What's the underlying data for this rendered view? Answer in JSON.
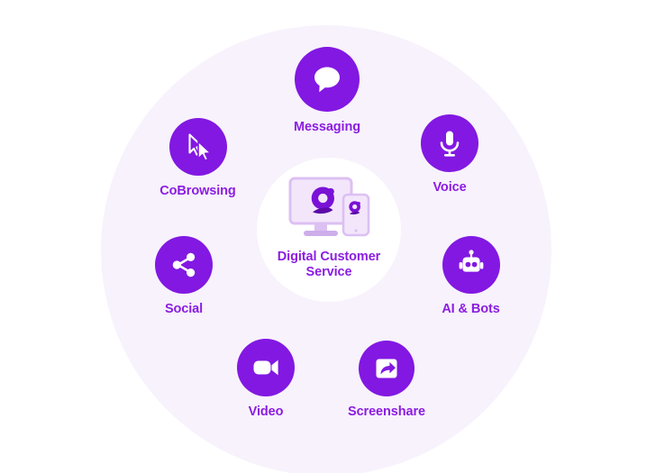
{
  "diagram": {
    "title": "Digital Customer Service channel wheel",
    "colors": {
      "purple": "#8218e2",
      "label_purple": "#8b1de2",
      "ring_background": "#f8f2fc",
      "inner_disc": "#ffffff",
      "page_background": "#ffffff",
      "device_fill": "#f3e6fb",
      "device_outline": "#dcc0f2",
      "logo_dark": "#6d0fc4"
    },
    "hub": {
      "label_line1": "Digital Customer",
      "label_line2": "Service",
      "icon": "devices-monitor-phone-glia-logo-icon"
    },
    "nodes": [
      {
        "id": "messaging",
        "label": "Messaging",
        "icon": "chat-bubble-icon"
      },
      {
        "id": "cobrowsing",
        "label": "CoBrowsing",
        "icon": "two-cursors-icon"
      },
      {
        "id": "voice",
        "label": "Voice",
        "icon": "microphone-icon"
      },
      {
        "id": "social",
        "label": "Social",
        "icon": "share-nodes-icon"
      },
      {
        "id": "aibots",
        "label": "AI & Bots",
        "icon": "robot-head-icon"
      },
      {
        "id": "video",
        "label": "Video",
        "icon": "video-camera-icon"
      },
      {
        "id": "screenshare",
        "label": "Screenshare",
        "icon": "screen-share-arrow-icon"
      }
    ]
  }
}
